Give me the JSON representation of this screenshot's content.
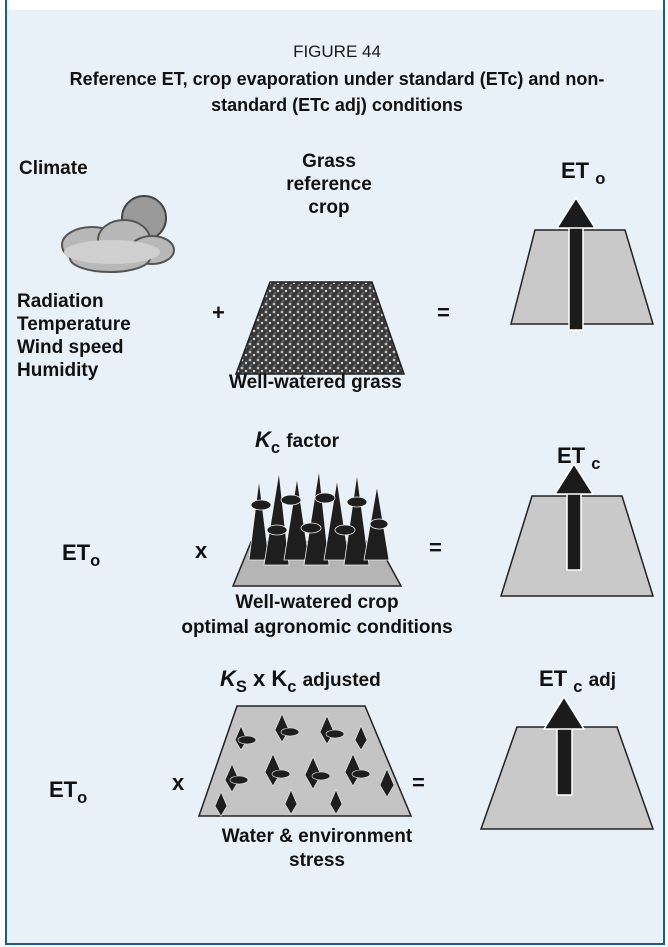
{
  "figure_label": "FIGURE 44",
  "title": "Reference ET, crop evaporation under standard (ETc) and non-standard (ETc adj) conditions",
  "row1": {
    "left_heading": "Climate",
    "middle_heading": "Grass reference crop",
    "right_heading_main": "ET",
    "right_heading_sub": "o",
    "climate_factors": [
      "Radiation",
      "Temperature",
      "Wind speed",
      "Humidity"
    ],
    "plus": "+",
    "equals": "=",
    "middle_caption": "Well-watered grass"
  },
  "row2": {
    "factor_main": "K",
    "factor_sub": "c",
    "factor_suffix": "factor",
    "right_heading_main": "ET",
    "right_heading_sub": "c",
    "left_main": "ET",
    "left_sub": "o",
    "times": "x",
    "equals": "=",
    "caption_line1": "Well-watered crop",
    "caption_line2": "optimal agronomic conditions"
  },
  "row3": {
    "factor_k1": "K",
    "factor_s": "S",
    "factor_x": "x K",
    "factor_c": "c",
    "factor_suffix": "adjusted",
    "right_heading_main": "ET",
    "right_heading_sub": "c",
    "right_heading_suffix": "adj",
    "left_main": "ET",
    "left_sub": "o",
    "times": "x",
    "equals": "=",
    "caption_line1": "Water & environment",
    "caption_line2": "stress"
  }
}
